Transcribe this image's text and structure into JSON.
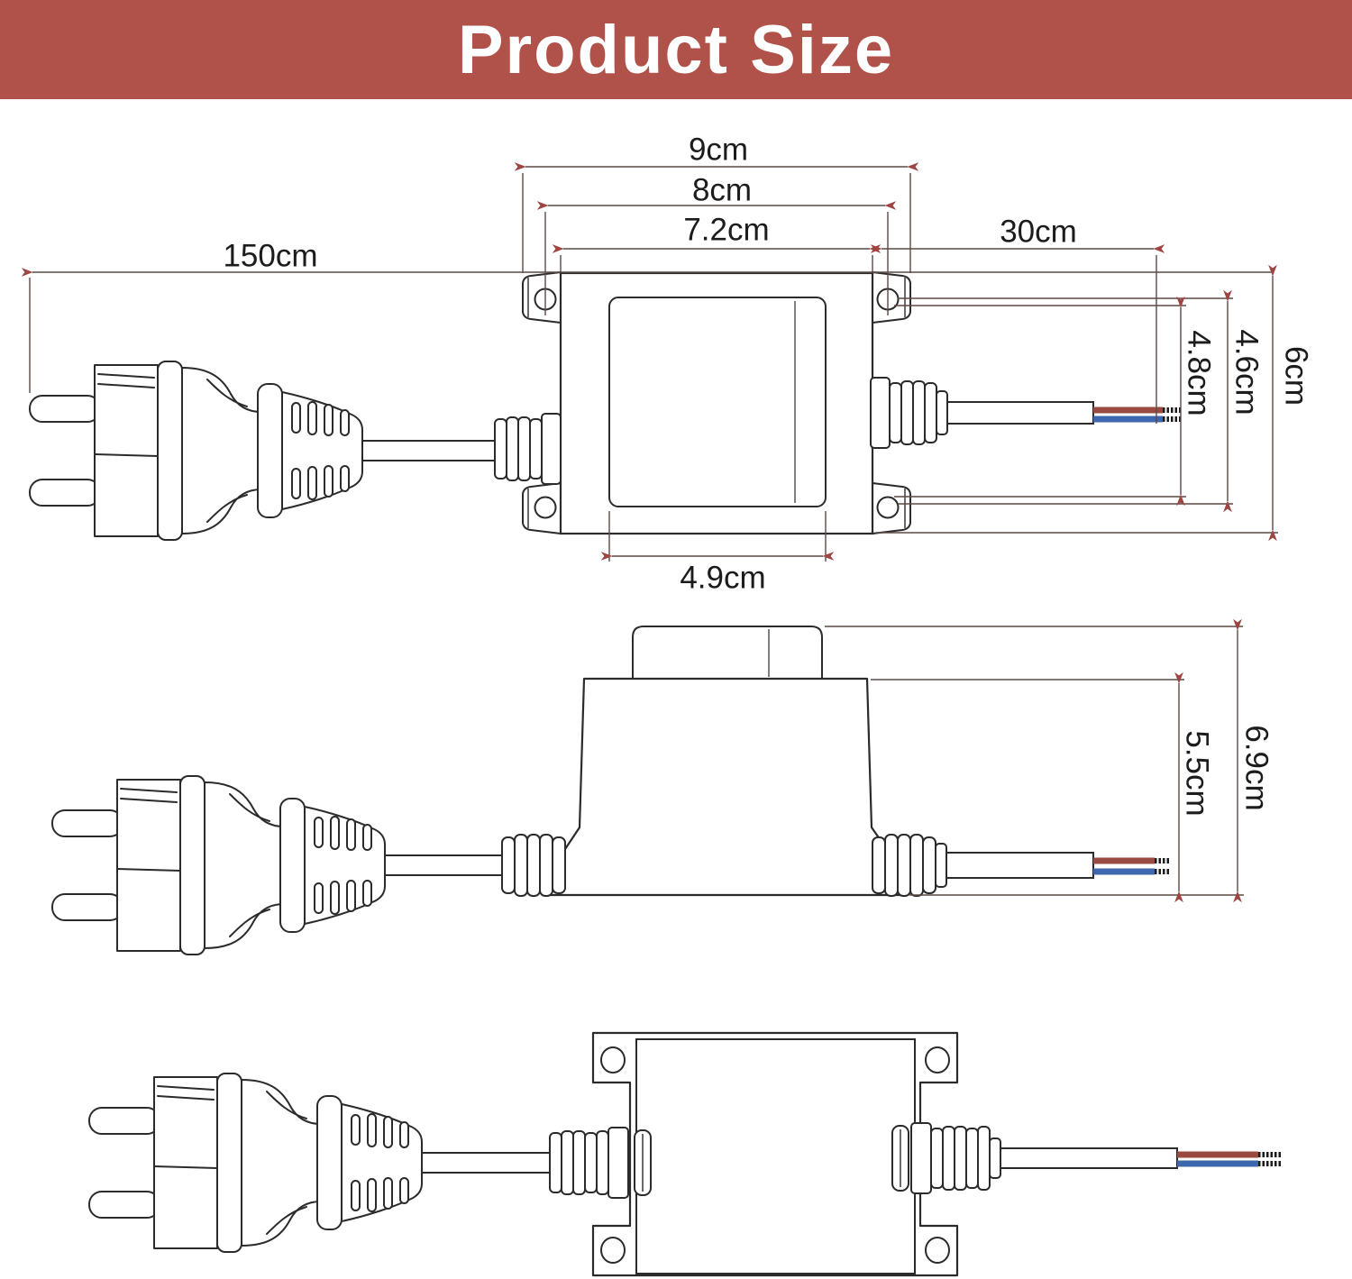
{
  "banner": {
    "title": "Product Size",
    "background": "#b05249",
    "text_color": "#ffffff"
  },
  "colors": {
    "drawing_outline": "#2b2b2b",
    "dimension_line": "#5a4a46",
    "arrow": "#9e4543",
    "wire_live_brown": "#9a4a40",
    "wire_neutral_blue": "#3c67ae",
    "wire_tip_black": "#1c1c1c"
  },
  "dims": {
    "d9": "9cm",
    "d8": "8cm",
    "d72": "7.2cm",
    "d30": "30cm",
    "d150": "150cm",
    "d48": "4.8cm",
    "d46": "4.6cm",
    "d6": "6cm",
    "d49": "4.9cm",
    "d55": "5.5cm",
    "d69": "6.9cm"
  }
}
